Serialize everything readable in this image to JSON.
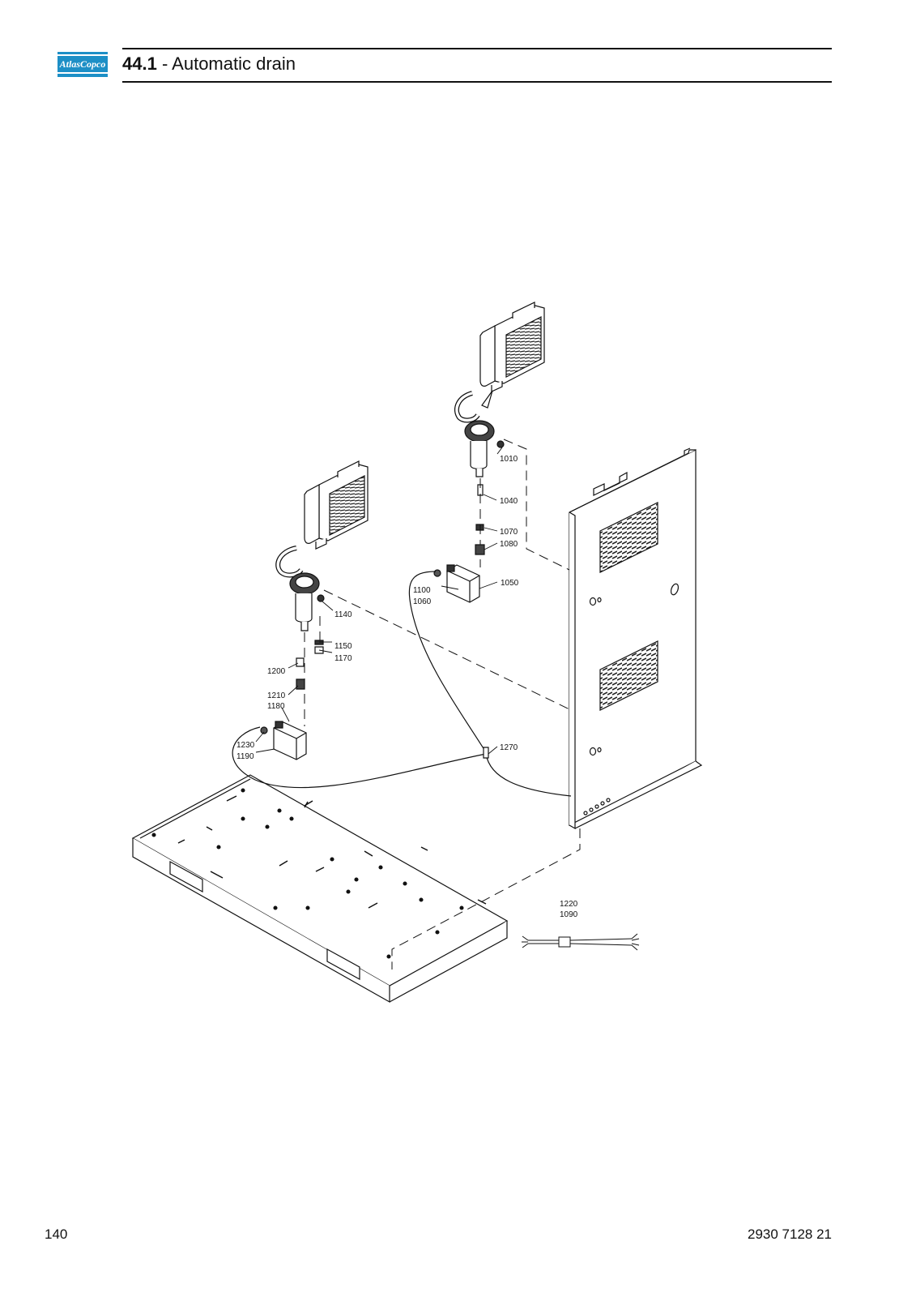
{
  "header": {
    "logo_text": "AtlasCopco",
    "section_number": "44.1",
    "separator": " - ",
    "section_title": "Automatic drain"
  },
  "callouts": {
    "c1010": "1010",
    "c1040": "1040",
    "c1070": "1070",
    "c1080": "1080",
    "c1050": "1050",
    "c1100": "1100",
    "c1060": "1060",
    "c1140": "1140",
    "c1150": "1150",
    "c1170": "1170",
    "c1200": "1200",
    "c1210": "1210",
    "c1180": "1180",
    "c1230": "1230",
    "c1190": "1190",
    "c1270": "1270",
    "c1220": "1220",
    "c1090": "1090"
  },
  "footer": {
    "page_number": "140",
    "document_number": "2930 7128 21"
  }
}
